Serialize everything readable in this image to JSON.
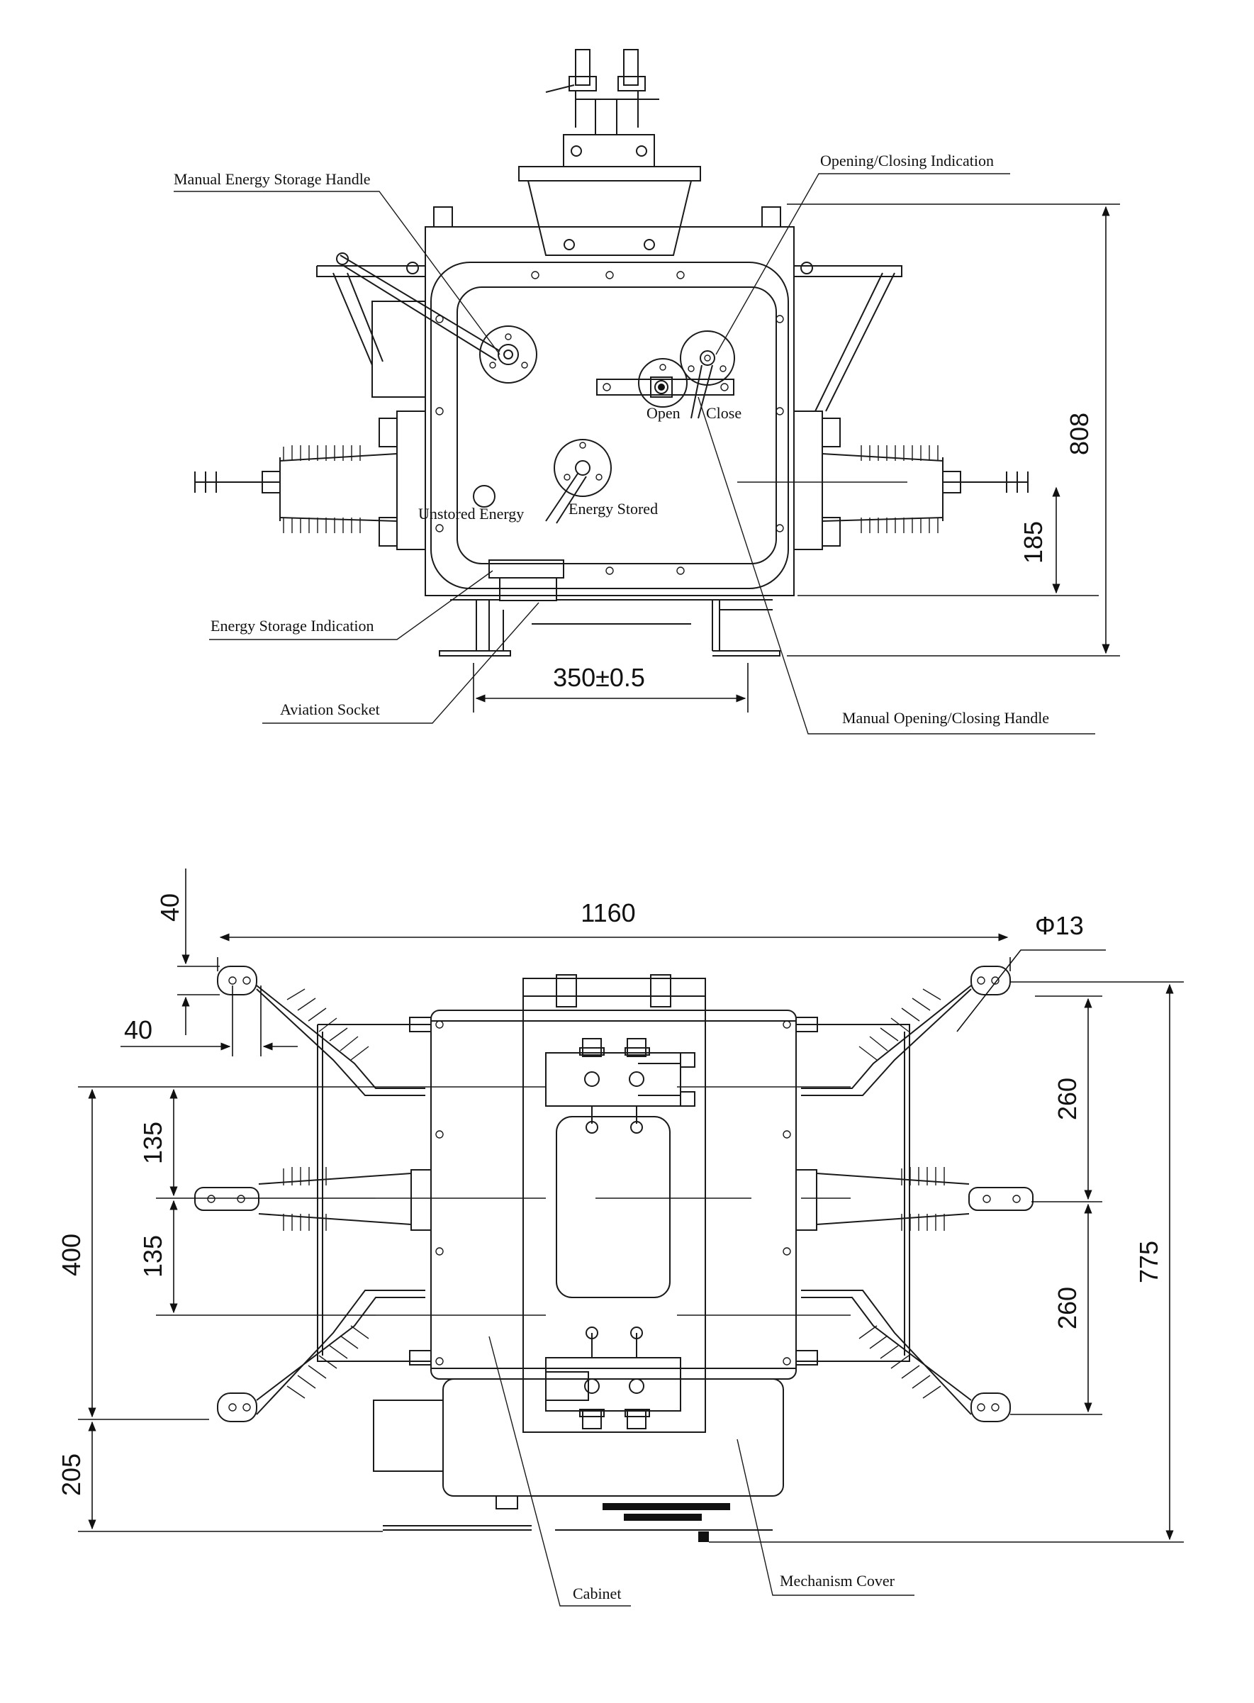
{
  "labels": {
    "manual_energy_storage_handle": "Manual Energy Storage Handle",
    "opening_closing_indication": "Opening/Closing Indication",
    "open": "Open",
    "close": "Close",
    "unstored_energy": "Unstored Energy",
    "energy_stored": "Energy Stored",
    "energy_storage_indication": "Energy Storage Indication",
    "aviation_socket": "Aviation Socket",
    "manual_opening_closing_handle": "Manual Opening/Closing Handle",
    "cabinet": "Cabinet",
    "mechanism_cover": "Mechanism Cover"
  },
  "dimensions": {
    "front_height": "808",
    "front_center_height": "185",
    "front_foot_spacing": "350±0.5",
    "top_width": "1160",
    "top_terminal_offset": "40",
    "top_terminal_length": "40",
    "hole_diameter": "Φ13",
    "left_pitch_upper": "135",
    "left_pitch_lower": "135",
    "left_span": "400",
    "left_bottom": "205",
    "right_pitch_upper": "260",
    "right_pitch_lower": "260",
    "right_overall": "775"
  }
}
